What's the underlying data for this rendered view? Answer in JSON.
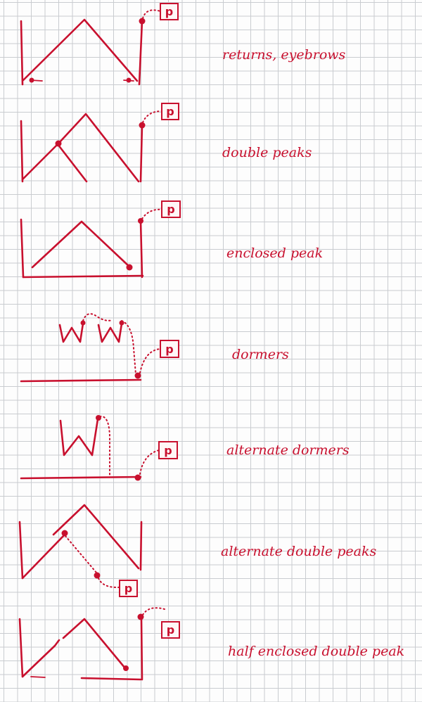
{
  "diagram": {
    "marker_label": "p",
    "ink_color": "#c8102e",
    "grid_color": "#c9ccd0",
    "rows": [
      {
        "id": "returns-eyebrows",
        "label": "returns, eyebrows"
      },
      {
        "id": "double-peaks",
        "label": "double peaks"
      },
      {
        "id": "enclosed-peak",
        "label": "enclosed peak"
      },
      {
        "id": "dormers",
        "label": "dormers"
      },
      {
        "id": "alternate-dormers",
        "label": "alternate dormers"
      },
      {
        "id": "alternate-double-peaks",
        "label": "alternate double peaks"
      },
      {
        "id": "half-enclosed-double-peak",
        "label": "half enclosed double peak"
      }
    ]
  }
}
